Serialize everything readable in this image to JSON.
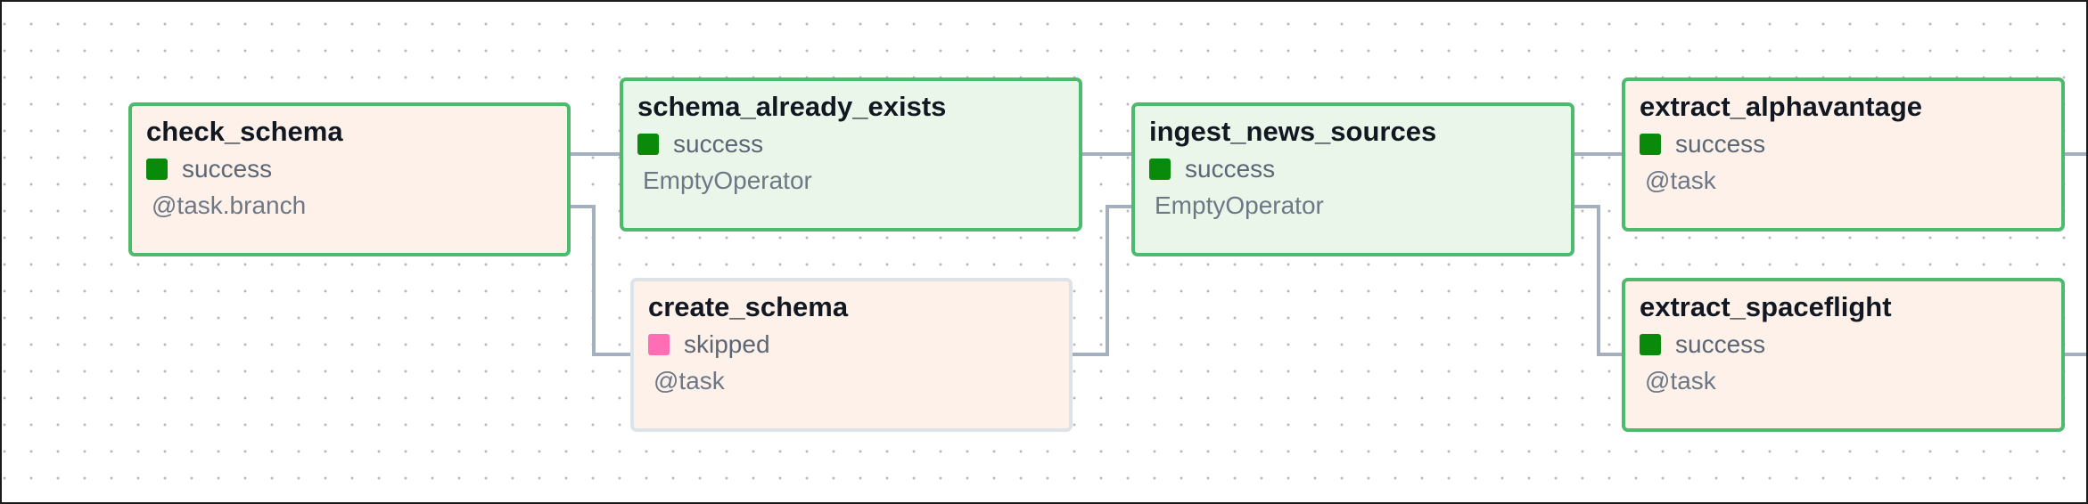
{
  "graph": {
    "nodes": [
      {
        "id": "check_schema",
        "name": "check_schema",
        "status": "success",
        "operator": "@task.branch"
      },
      {
        "id": "schema_already_exists",
        "name": "schema_already_exists",
        "status": "success",
        "operator": "EmptyOperator"
      },
      {
        "id": "create_schema",
        "name": "create_schema",
        "status": "skipped",
        "operator": "@task"
      },
      {
        "id": "ingest_news_sources",
        "name": "ingest_news_sources",
        "status": "success",
        "operator": "EmptyOperator"
      },
      {
        "id": "extract_alphavantage",
        "name": "extract_alphavantage",
        "status": "success",
        "operator": "@task"
      },
      {
        "id": "extract_spaceflight",
        "name": "extract_spaceflight",
        "status": "success",
        "operator": "@task"
      }
    ],
    "edges": [
      {
        "from": "check_schema",
        "to": "schema_already_exists"
      },
      {
        "from": "check_schema",
        "to": "create_schema"
      },
      {
        "from": "schema_already_exists",
        "to": "ingest_news_sources"
      },
      {
        "from": "create_schema",
        "to": "ingest_news_sources"
      },
      {
        "from": "ingest_news_sources",
        "to": "extract_alphavantage"
      },
      {
        "from": "ingest_news_sources",
        "to": "extract_spaceflight"
      }
    ]
  },
  "colors": {
    "success": "#0a8a0a",
    "skipped": "#ff6eb4",
    "edge": "#a5b0bf",
    "node_border_success": "#4cbb6e",
    "node_border_skipped": "#dee3e9"
  }
}
